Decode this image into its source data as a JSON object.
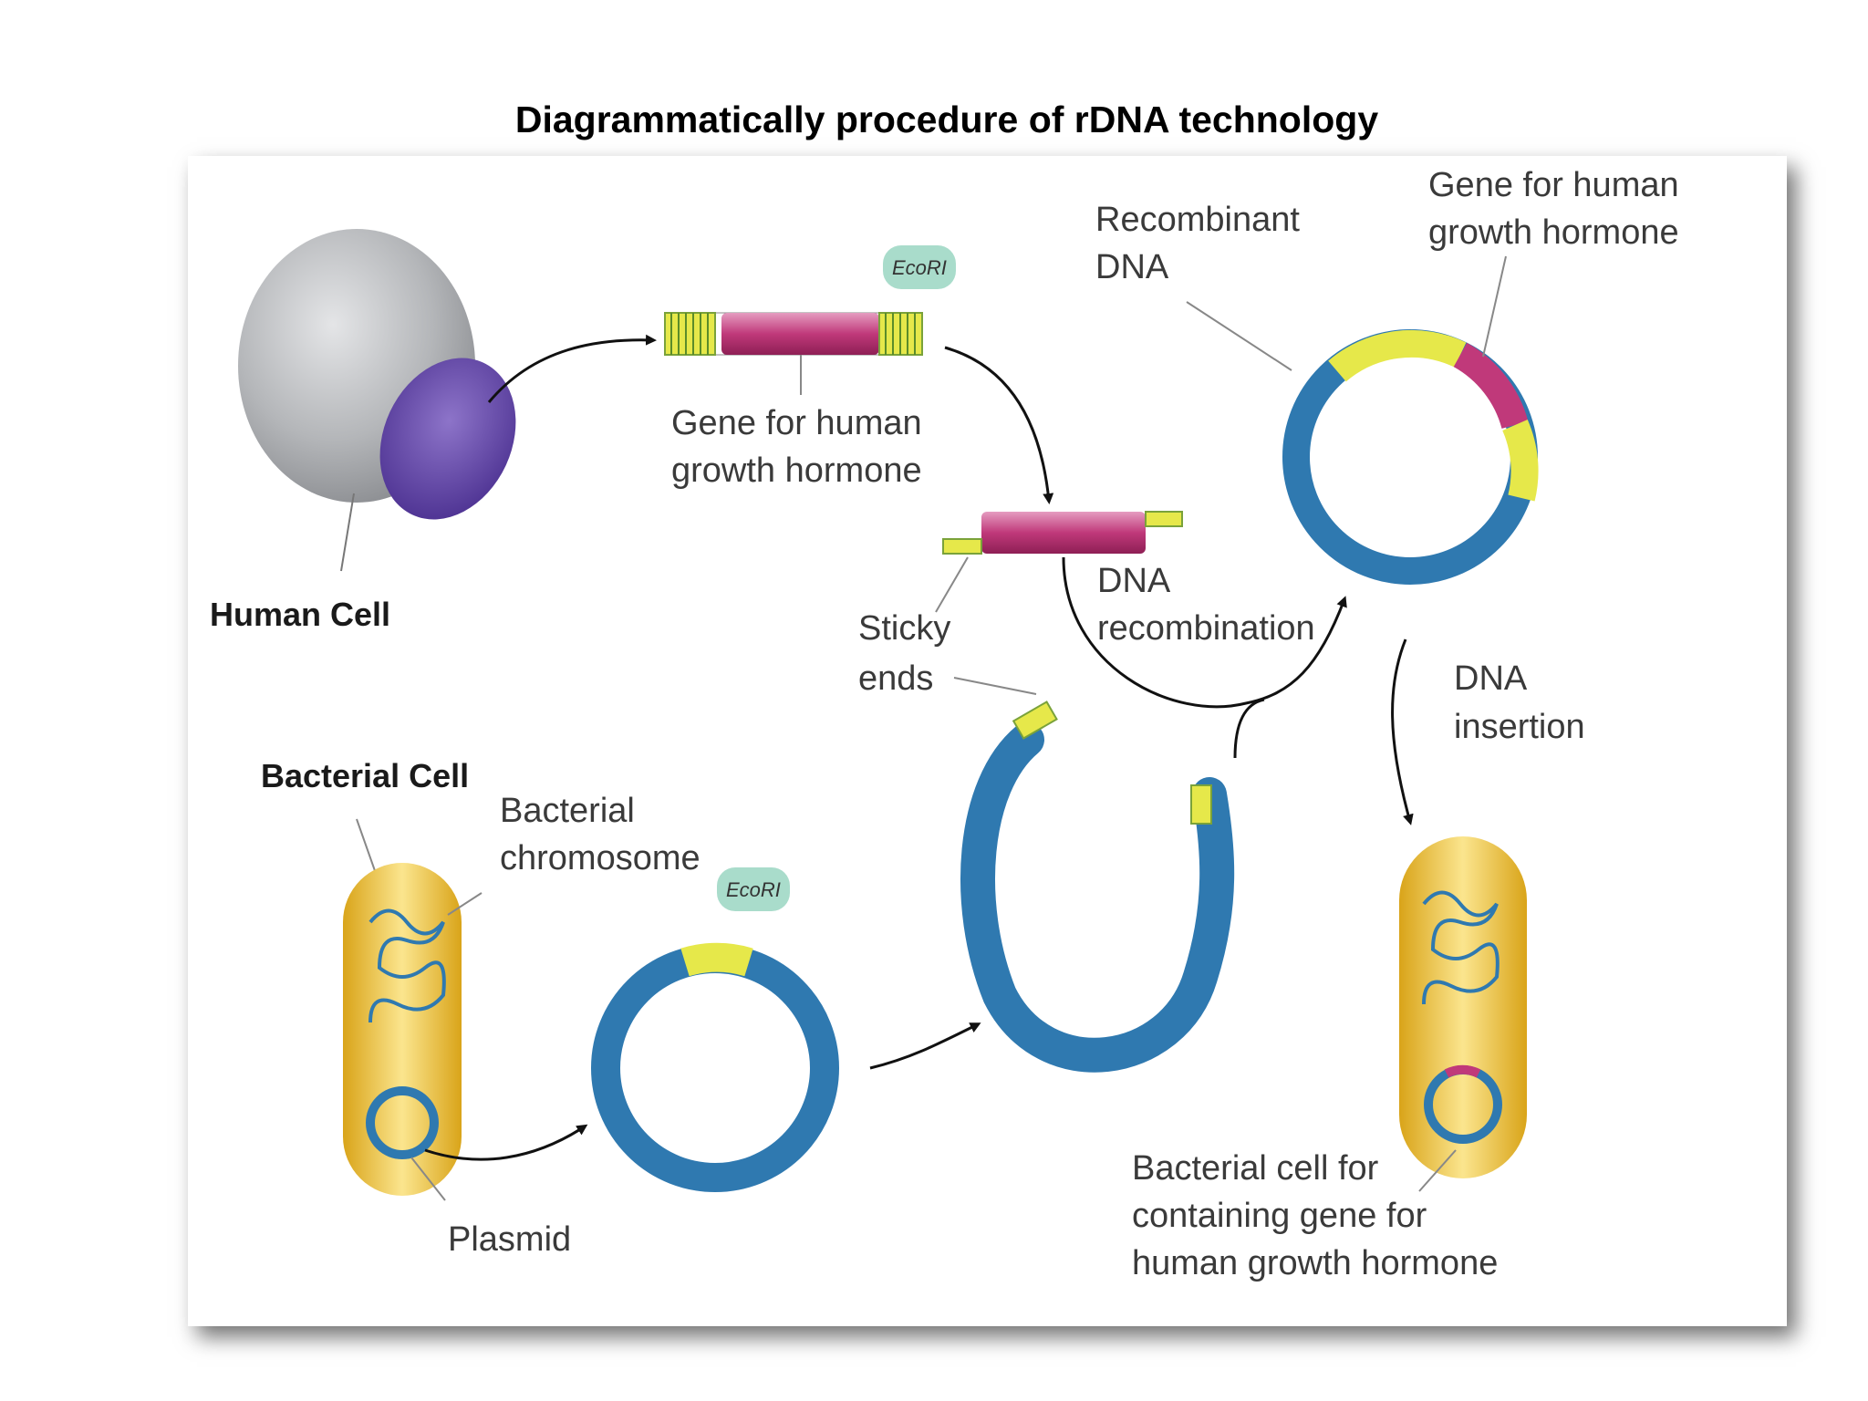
{
  "title": "Diagrammatically procedure of rDNA  technology",
  "labels": {
    "human_cell": "Human Cell",
    "bacterial_cell": "Bacterial Cell",
    "gene_top_1": "Gene for human",
    "gene_top_2": "growth hormone",
    "gene_mid_1": "Gene for human",
    "gene_mid_2": "growth hormone",
    "ecori_1": "EcoRI",
    "ecori_2": "EcoRI",
    "recombinant_1": "Recombinant",
    "recombinant_2": "DNA",
    "sticky_1": "Sticky",
    "sticky_2": "ends",
    "dna_recomb_1": "DNA",
    "dna_recomb_2": "recombination",
    "dna_insert_1": "DNA",
    "dna_insert_2": "insertion",
    "bact_chrom_1": "Bacterial",
    "bact_chrom_2": "chromosome",
    "plasmid": "Plasmid",
    "result_1": "Bacterial cell for",
    "result_2": "containing gene for",
    "result_3": "human growth hormone"
  },
  "colors": {
    "plasmid": "#2f79b0",
    "gene": "#c0397a",
    "sticky_end": "#e6e84a",
    "bacterium": "#f3c540",
    "nucleus": "#6a4aa8",
    "cell": "#a9abae"
  }
}
